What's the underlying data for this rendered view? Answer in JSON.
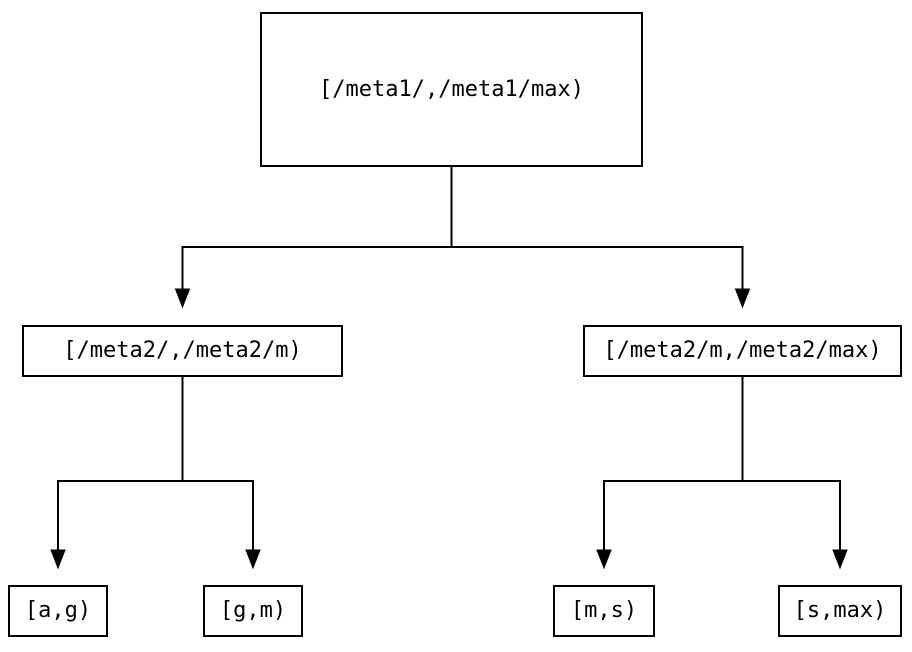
{
  "diagram": {
    "type": "tree",
    "description": "Two-level key-range partition tree",
    "colors": {
      "line_color": "#000000",
      "bg_color": "#ffffff",
      "text_color": "#000000"
    },
    "nodes": {
      "root": {
        "label": "[/meta1/,/meta1/max)"
      },
      "mid_left": {
        "label": "[/meta2/,/meta2/m)"
      },
      "mid_right": {
        "label": "[/meta2/m,/meta2/max)"
      },
      "leaf_ag": {
        "label": "[a,g)"
      },
      "leaf_gm": {
        "label": "[g,m)"
      },
      "leaf_ms": {
        "label": "[m,s)"
      },
      "leaf_smax": {
        "label": "[s,max)"
      }
    },
    "edges": [
      {
        "from": "root",
        "to": "mid_left"
      },
      {
        "from": "root",
        "to": "mid_right"
      },
      {
        "from": "mid_left",
        "to": "leaf_ag"
      },
      {
        "from": "mid_left",
        "to": "leaf_gm"
      },
      {
        "from": "mid_right",
        "to": "leaf_ms"
      },
      {
        "from": "mid_right",
        "to": "leaf_smax"
      }
    ]
  }
}
